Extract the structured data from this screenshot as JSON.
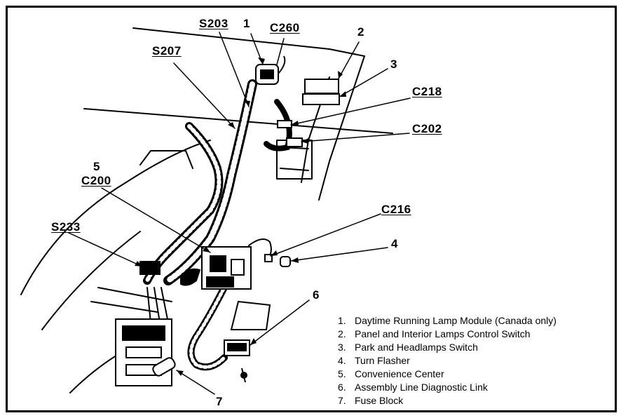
{
  "callouts": {
    "n1": "1",
    "n2": "2",
    "n3": "3",
    "n4": "4",
    "n5": "5",
    "n6": "6",
    "n7": "7",
    "s203": "S203",
    "s207": "S207",
    "s233": "S233",
    "c260": "C260",
    "c218": "C218",
    "c202": "C202",
    "c200": "C200",
    "c216": "C216"
  },
  "legend": [
    {
      "num": "1.",
      "label": "Daytime Running Lamp Module (Canada only)"
    },
    {
      "num": "2.",
      "label": "Panel and Interior Lamps Control Switch"
    },
    {
      "num": "3.",
      "label": "Park and Headlamps Switch"
    },
    {
      "num": "4.",
      "label": "Turn Flasher"
    },
    {
      "num": "5.",
      "label": "Convenience Center"
    },
    {
      "num": "6.",
      "label": "Assembly Line Diagnostic Link"
    },
    {
      "num": "7.",
      "label": "Fuse Block"
    }
  ]
}
